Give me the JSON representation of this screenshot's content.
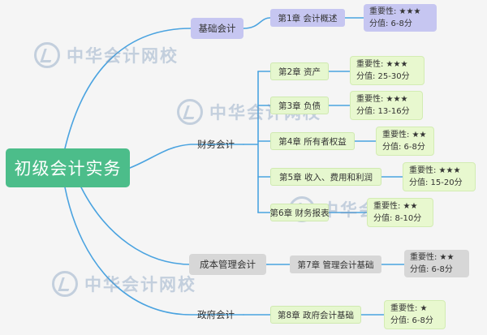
{
  "root": {
    "label": "初级会计实务"
  },
  "categories": {
    "basic": {
      "label": "基础会计"
    },
    "finance": {
      "label": "财务会计"
    },
    "cost": {
      "label": "成本管理会计"
    },
    "gov": {
      "label": "政府会计"
    }
  },
  "chapters": [
    {
      "label": "第1章 会计概述",
      "importance": "重要性: ★★★",
      "score": "分值: 6-8分"
    },
    {
      "label": "第2章 资产",
      "importance": "重要性: ★★★",
      "score": "分值: 25-30分"
    },
    {
      "label": "第3章 负债",
      "importance": "重要性: ★★★",
      "score": "分值: 13-16分"
    },
    {
      "label": "第4章 所有者权益",
      "importance": "重要性: ★★",
      "score": "分值: 6-8分"
    },
    {
      "label": "第5章 收入、费用和利润",
      "importance": "重要性: ★★★",
      "score": "分值: 15-20分"
    },
    {
      "label": "第6章 财务报表",
      "importance": "重要性: ★★",
      "score": "分值: 8-10分"
    },
    {
      "label": "第7章 管理会计基础",
      "importance": "重要性: ★★",
      "score": "分值: 6-8分"
    },
    {
      "label": "第8章 政府会计基础",
      "importance": "重要性: ★",
      "score": "分值: 6-8分"
    }
  ],
  "watermark": {
    "text": "中华会计网校"
  },
  "colors": {
    "root": "#4cbd8a",
    "purple_node": "#c6c6f1",
    "green_node": "#e6f7cf",
    "gray_node": "#d7d7d7",
    "connector": "#4aa3e0"
  }
}
